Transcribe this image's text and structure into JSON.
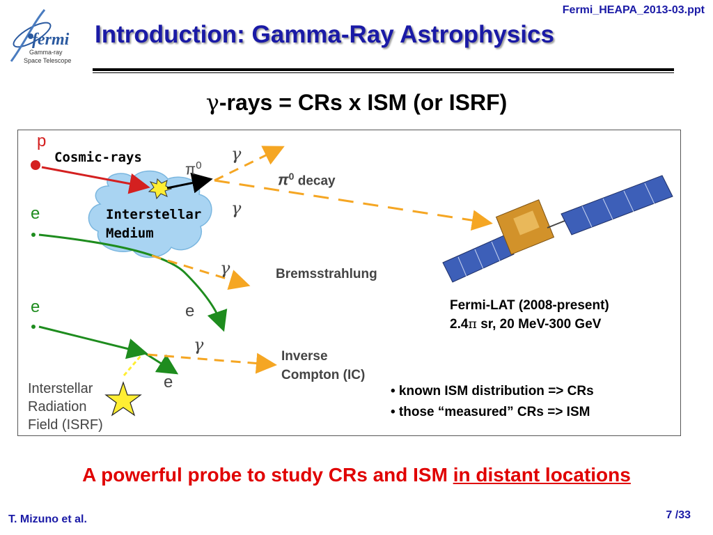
{
  "header": {
    "filename": "Fermi_HEAPA_2013-03.ppt",
    "title": "Introduction: Gamma-Ray Astrophysics",
    "logo": {
      "name": "fermi",
      "line1": "Gamma-ray",
      "line2": "Space Telescope"
    }
  },
  "subtitle": {
    "greek": "γ",
    "text": "-rays = CRs x ISM (or ISRF)"
  },
  "diagram": {
    "particle_p": "p",
    "particle_e": "e",
    "gamma": "γ",
    "cosmic_rays": "Cosmic-rays",
    "ism_line1": "Interstellar",
    "ism_line2": "Medium",
    "pi0_symbol": "π",
    "pi0_sup": "0",
    "pi0_decay_sym": "π",
    "pi0_decay_sup": "0",
    "pi0_decay_text": "decay",
    "bremsstrahlung": "Bremsstrahlung",
    "ic_line1": "Inverse",
    "ic_line2": "Compton (IC)",
    "isrf_line1": "Interstellar",
    "isrf_line2": "Radiation",
    "isrf_line3": "Field (ISRF)",
    "fermi_line1": "Fermi-LAT (2008-present)",
    "fermi_line2_a": "2.4",
    "fermi_line2_pi": "π",
    "fermi_line2_b": " sr, 20 MeV-300 GeV",
    "bullet1": "• known ISM distribution => CRs",
    "bullet2": "• those “measured” CRs => ISM"
  },
  "footer": {
    "message_plain": "A powerful probe to study CRs and ISM ",
    "message_underlined": "in distant locations",
    "author": "T. Mizuno et al.",
    "page": "7",
    "total": "/33"
  },
  "colors": {
    "title_blue": "#1a1aa6",
    "footer_red": "#e00000",
    "gamma_orange": "#f5a623",
    "electron_green": "#1e8c1e",
    "proton_red": "#d42020",
    "cloud_blue": "#a9d4f2",
    "star_yellow": "#ffee33"
  }
}
